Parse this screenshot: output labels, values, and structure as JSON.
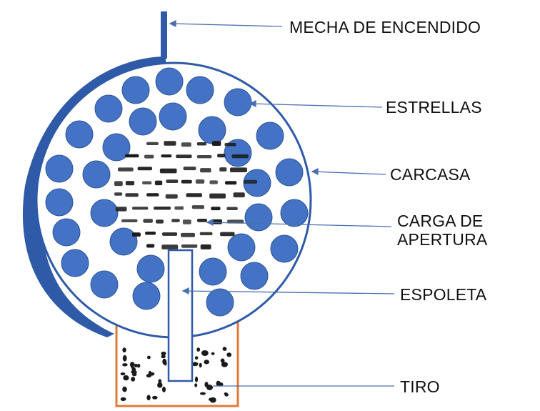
{
  "labels": {
    "wick": "MECHA DE ENCENDIDO",
    "stars": "ESTRELLAS",
    "shell": "CARCASA",
    "burst_line1": "CARGA DE",
    "burst_line2": "APERTURA",
    "fuse": "ESPOLETA",
    "lift": "TIRO"
  },
  "colors": {
    "star": "#4472c4",
    "star_edge": "#2f5597",
    "shell": "#2e5aa8",
    "leader": "#4a6fb0",
    "mortar": "#e07b39",
    "powder": "#1a1a1a"
  }
}
